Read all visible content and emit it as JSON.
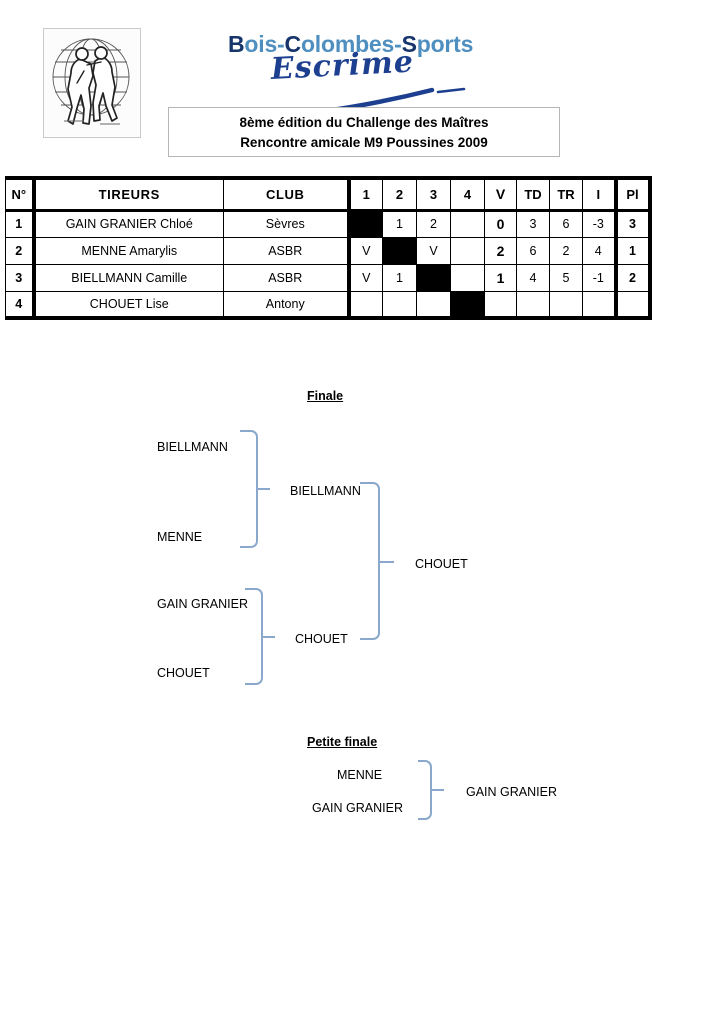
{
  "header": {
    "logo_icon": "fencers-globe-logo",
    "wordmark": {
      "segments": [
        {
          "text": "B",
          "cap": true
        },
        {
          "text": "ois-",
          "cap": false
        },
        {
          "text": "C",
          "cap": true
        },
        {
          "text": "olombes-",
          "cap": false
        },
        {
          "text": "S",
          "cap": true
        },
        {
          "text": "ports",
          "cap": false
        }
      ],
      "full_text": "Bois-Colombes-Sports",
      "color_caps": "#16356b",
      "color_lower": "#4f8fc0"
    },
    "script_word": "Escrime",
    "script_color": "#1d3f8f",
    "title_line1": "8ème édition du Challenge des Maîtres",
    "title_line2": "Rencontre amicale M9 Poussines 2009"
  },
  "poule": {
    "columns": {
      "no": "N°",
      "name": "TIREURS",
      "club": "CLUB",
      "m1": "1",
      "m2": "2",
      "m3": "3",
      "m4": "4",
      "v": "V",
      "td": "TD",
      "tr": "TR",
      "i": "I",
      "pl": "Pl"
    },
    "rows": [
      {
        "no": "1",
        "name": "GAIN GRANIER Chloé",
        "club": "Sèvres",
        "matches": [
          "",
          "1",
          "2",
          ""
        ],
        "diagonal": 0,
        "v": "0",
        "td": "3",
        "tr": "6",
        "i": "-3",
        "pl": "3"
      },
      {
        "no": "2",
        "name": "MENNE Amarylis",
        "club": "ASBR",
        "matches": [
          "V",
          "",
          "V",
          ""
        ],
        "diagonal": 1,
        "v": "2",
        "td": "6",
        "tr": "2",
        "i": "4",
        "pl": "1"
      },
      {
        "no": "3",
        "name": "BIELLMANN Camille",
        "club": "ASBR",
        "matches": [
          "V",
          "1",
          "",
          ""
        ],
        "diagonal": 2,
        "v": "1",
        "td": "4",
        "tr": "5",
        "i": "-1",
        "pl": "2"
      },
      {
        "no": "4",
        "name": "CHOUET Lise",
        "club": "Antony",
        "matches": [
          "",
          "",
          "",
          ""
        ],
        "diagonal": 3,
        "v": "",
        "td": "",
        "tr": "",
        "i": "",
        "pl": ""
      }
    ]
  },
  "finale": {
    "heading": "Finale",
    "round1": {
      "match1": {
        "top": "BIELLMANN",
        "bottom": "MENNE",
        "winner": "BIELLMANN"
      },
      "match2": {
        "top": "GAIN GRANIER",
        "bottom": "CHOUET",
        "winner": "CHOUET"
      }
    },
    "final_winner": "CHOUET"
  },
  "petite_finale": {
    "heading": "Petite finale",
    "top": "MENNE",
    "bottom": "GAIN GRANIER",
    "winner": "GAIN GRANIER"
  },
  "colors": {
    "connector": "#8aa8cc",
    "table_border": "#000000",
    "blocked_cell": "#000000"
  }
}
